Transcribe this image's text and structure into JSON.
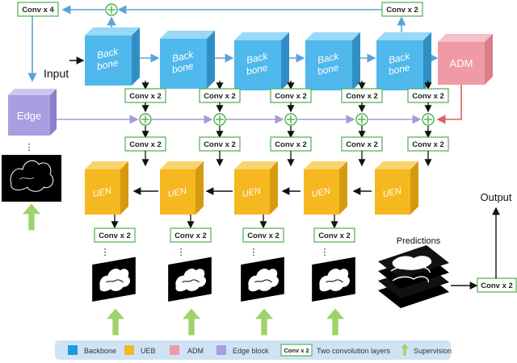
{
  "labels": {
    "input": "Input",
    "output": "Output",
    "predictions": "Predictions",
    "conv_x4": "Conv x 4",
    "conv_x2": "Conv x 2",
    "backbone_line1": "Back",
    "backbone_line2": "bone",
    "uen": "UEN",
    "adm": "ADM",
    "edge": "Edge",
    "dots": "⋮"
  },
  "legend": {
    "backbone": "Backbone",
    "ueb": "UEB",
    "adm": "ADM",
    "edge_block": "Edge block",
    "conv_box": "Conv x 2",
    "conv_desc": "Two convolution layers",
    "supervision": "Supervision"
  },
  "colors": {
    "backbone": "#4fb8ec",
    "uen": "#f5b820",
    "adm": "#ef9aa4",
    "edge": "#a89ee0",
    "conv_border": "#4caf50",
    "plus": "#4caf50",
    "arrow_blue": "#5aa4d8",
    "arrow_purple": "#a69ad8",
    "arrow_red": "#e0605a",
    "supervision": "#9ed36a",
    "legend_bg": "#cfe3f5"
  },
  "icons": [
    "plus-circle-icon",
    "supervision-arrow-icon",
    "stack-icon"
  ]
}
